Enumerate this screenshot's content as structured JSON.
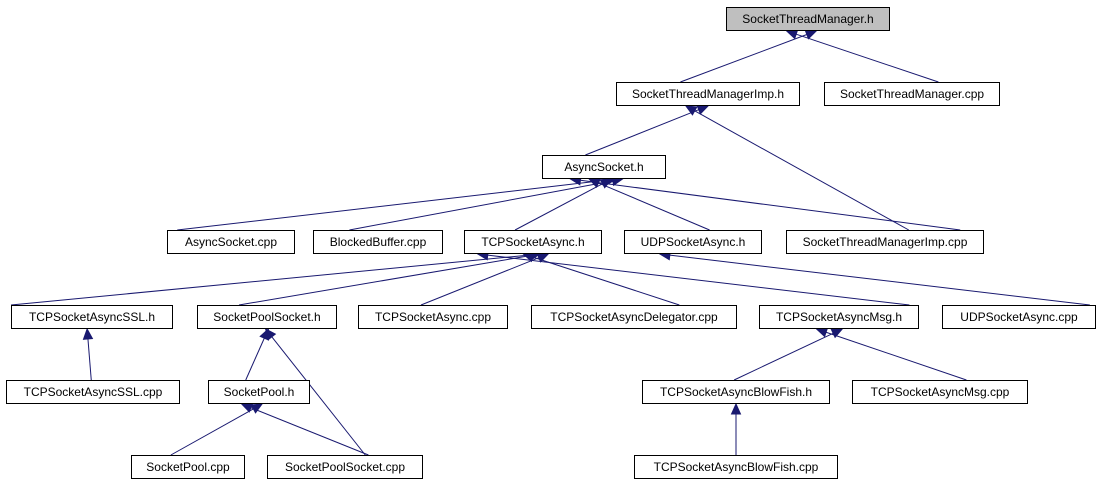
{
  "diagram": {
    "type": "include-dependency-graph",
    "root": "SocketThreadManager.h",
    "edge_color": "#191970",
    "root_fill": "#bfbfbf",
    "nodes": [
      {
        "id": "stm_h",
        "label": "SocketThreadManager.h",
        "root": true
      },
      {
        "id": "stmi_h",
        "label": "SocketThreadManagerImp.h"
      },
      {
        "id": "stm_cpp",
        "label": "SocketThreadManager.cpp"
      },
      {
        "id": "as_h",
        "label": "AsyncSocket.h"
      },
      {
        "id": "as_cpp",
        "label": "AsyncSocket.cpp"
      },
      {
        "id": "bb_cpp",
        "label": "BlockedBuffer.cpp"
      },
      {
        "id": "tsa_h",
        "label": "TCPSocketAsync.h"
      },
      {
        "id": "usa_h",
        "label": "UDPSocketAsync.h"
      },
      {
        "id": "stmi_cpp",
        "label": "SocketThreadManagerImp.cpp"
      },
      {
        "id": "ssl_h",
        "label": "TCPSocketAsyncSSL.h"
      },
      {
        "id": "sps_h",
        "label": "SocketPoolSocket.h"
      },
      {
        "id": "tsa_cpp",
        "label": "TCPSocketAsync.cpp"
      },
      {
        "id": "del_cpp",
        "label": "TCPSocketAsyncDelegator.cpp"
      },
      {
        "id": "msg_h",
        "label": "TCPSocketAsyncMsg.h"
      },
      {
        "id": "usa_cpp",
        "label": "UDPSocketAsync.cpp"
      },
      {
        "id": "ssl_cpp",
        "label": "TCPSocketAsyncSSL.cpp"
      },
      {
        "id": "sp_h",
        "label": "SocketPool.h"
      },
      {
        "id": "bf_h",
        "label": "TCPSocketAsyncBlowFish.h"
      },
      {
        "id": "msg_cpp",
        "label": "TCPSocketAsyncMsg.cpp"
      },
      {
        "id": "sp_cpp",
        "label": "SocketPool.cpp"
      },
      {
        "id": "sps_cpp",
        "label": "SocketPoolSocket.cpp"
      },
      {
        "id": "bf_cpp",
        "label": "TCPSocketAsyncBlowFish.cpp"
      }
    ],
    "edges": [
      {
        "from": "stmi_h",
        "to": "stm_h"
      },
      {
        "from": "stm_cpp",
        "to": "stm_h"
      },
      {
        "from": "as_h",
        "to": "stmi_h"
      },
      {
        "from": "stmi_cpp",
        "to": "stmi_h"
      },
      {
        "from": "as_cpp",
        "to": "as_h"
      },
      {
        "from": "bb_cpp",
        "to": "as_h"
      },
      {
        "from": "tsa_h",
        "to": "as_h"
      },
      {
        "from": "usa_h",
        "to": "as_h"
      },
      {
        "from": "stmi_cpp",
        "to": "as_h"
      },
      {
        "from": "ssl_h",
        "to": "tsa_h"
      },
      {
        "from": "sps_h",
        "to": "tsa_h"
      },
      {
        "from": "tsa_cpp",
        "to": "tsa_h"
      },
      {
        "from": "del_cpp",
        "to": "tsa_h"
      },
      {
        "from": "msg_h",
        "to": "tsa_h"
      },
      {
        "from": "usa_cpp",
        "to": "usa_h"
      },
      {
        "from": "ssl_cpp",
        "to": "ssl_h"
      },
      {
        "from": "sp_h",
        "to": "sps_h"
      },
      {
        "from": "sps_cpp",
        "to": "sps_h"
      },
      {
        "from": "sp_cpp",
        "to": "sp_h"
      },
      {
        "from": "sps_cpp",
        "to": "sp_h"
      },
      {
        "from": "bf_h",
        "to": "msg_h"
      },
      {
        "from": "msg_cpp",
        "to": "msg_h"
      },
      {
        "from": "bf_cpp",
        "to": "bf_h"
      }
    ]
  }
}
